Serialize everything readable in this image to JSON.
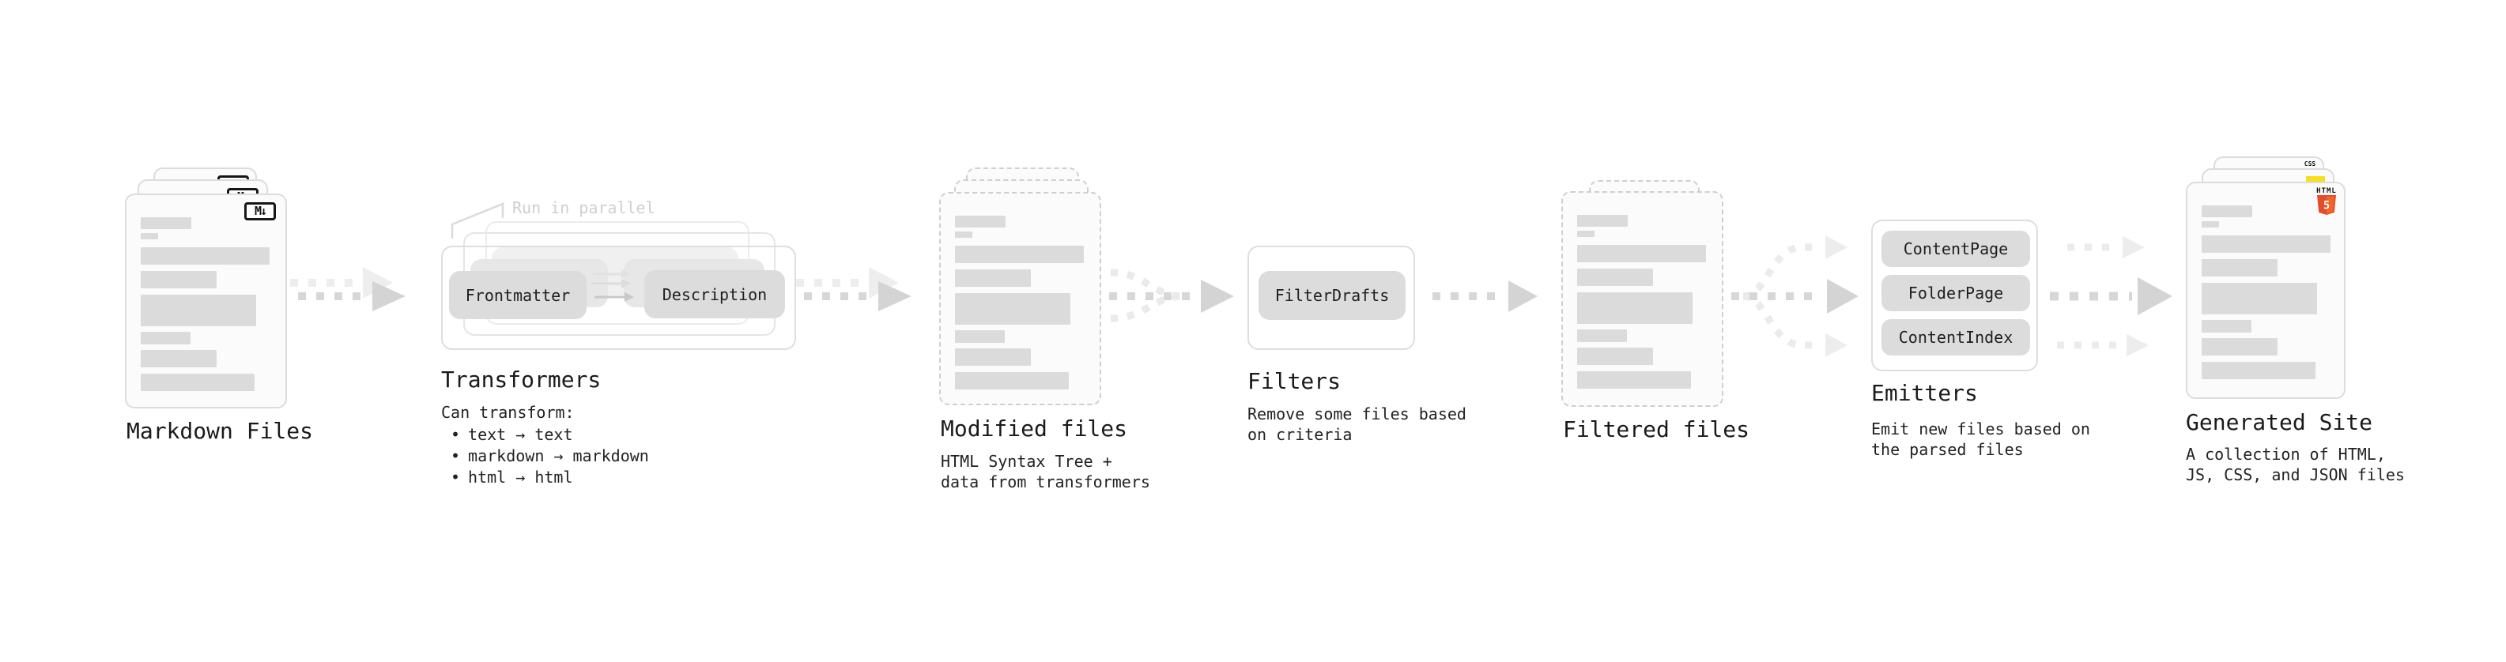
{
  "diagram": {
    "bullet_char": "•",
    "nodes": {
      "markdown_files": {
        "label": "Markdown Files",
        "badge": "M↓"
      },
      "transformers": {
        "label": "Transformers",
        "annotation": "Run in parallel",
        "plugins": [
          "Frontmatter",
          "Description"
        ],
        "caption_title": "Can transform:",
        "capabilities": [
          "text → text",
          "markdown → markdown",
          "html → html"
        ]
      },
      "modified_files": {
        "label": "Modified files",
        "caption": "HTML Syntax Tree +\ndata from transformers"
      },
      "filters": {
        "label": "Filters",
        "plugins": [
          "FilterDrafts"
        ],
        "caption": "Remove some files based\non criteria"
      },
      "filtered_files": {
        "label": "Filtered files"
      },
      "emitters": {
        "label": "Emitters",
        "plugins": [
          "ContentPage",
          "FolderPage",
          "ContentIndex"
        ],
        "caption": "Emit new files based on\nthe parsed files"
      },
      "generated_site": {
        "label": "Generated Site",
        "caption": "A collection of HTML,\nJS, CSS, and JSON files",
        "badges": {
          "html": {
            "wordmark": "HTML",
            "number": "5"
          },
          "css": "CSS"
        }
      }
    },
    "colors": {
      "arrow": "#d6d6d6",
      "arrow_light": "#ebebeb",
      "bar": "#dbdbdb",
      "annotation": "#cfcfcf",
      "accent_html5": "#e44d26",
      "accent_html5_light": "#f16529",
      "accent_js": "#f7df1e",
      "accent_css": "#2f6bed"
    }
  }
}
